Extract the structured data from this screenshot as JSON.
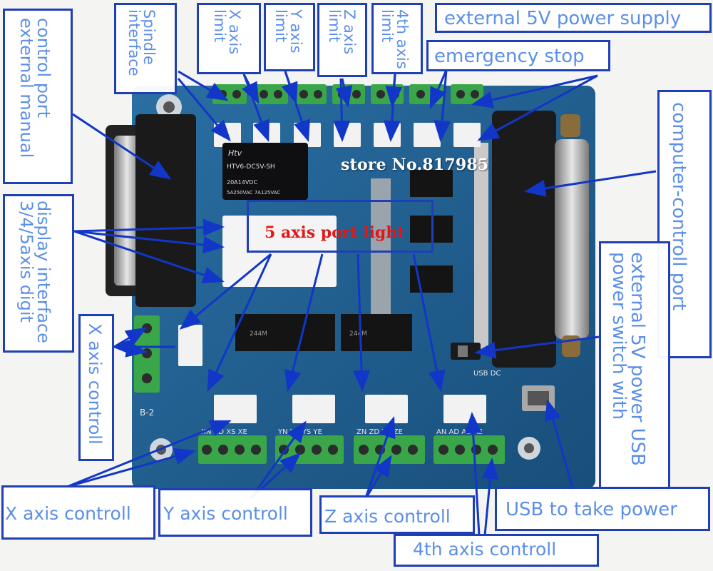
{
  "photo": {
    "store_watermark": "store No.817985",
    "relay_text_1": "Htv",
    "relay_text_2": "HTV6-DC5V-SH",
    "relay_text_3": "20A14VDC",
    "relay_text_4": "5A250VAC 7A125VAC",
    "chip_text": "244M",
    "silk_b2": "B-2",
    "silk_usb_dc": "USB DC",
    "silk_x": "XN XD XS XE",
    "silk_y": "YN YD YS YE",
    "silk_z": "ZN ZD ZS ZE",
    "silk_a": "AN AD AS AE"
  },
  "labels": {
    "spindle_interface": "Spindle interface",
    "x_axis_limit": "X axis limit",
    "y_axis_limit": "Y axis limit",
    "z_axis_limit": "Z axis limit",
    "fourth_axis_limit": "4th axis limit",
    "external_5v_supply": "external 5V power supply",
    "emergency_stop": "emergency stop",
    "control_port_manual": "control port external manual",
    "display_interface": "display interface 3/4/5axis digit",
    "five_axis_port_light": "5 axis port light",
    "computer_control_port": "computer-controll port",
    "usb_power_switch": "external 5V power USB power switch with",
    "x_axis_controll_side": "X axis controll",
    "x_axis_controll": "X axis controll",
    "y_axis_controll": "Y axis controll",
    "z_axis_controll": "Z axis controll",
    "fourth_axis_controll": "4th axis controll",
    "usb_take_power": "USB to take power"
  },
  "colors": {
    "label_border": "#1f3fb5",
    "label_text": "#5b8fe8",
    "arrow": "#1236c8",
    "board": "#1f5f92",
    "highlight_text": "#e01818"
  }
}
